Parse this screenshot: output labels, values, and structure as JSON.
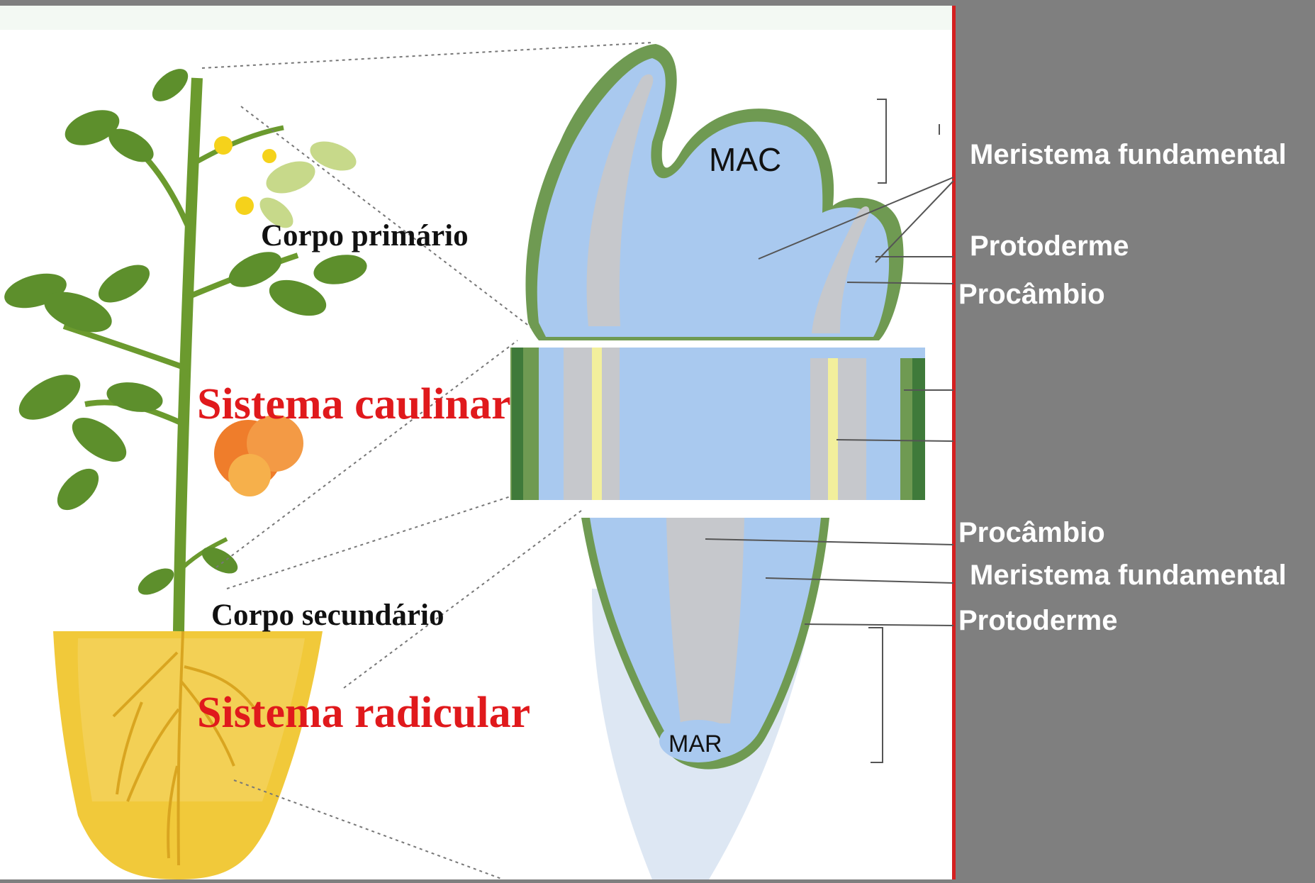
{
  "labels": {
    "mac": "MAC",
    "mar": "MAR",
    "corpo_primario": "Corpo primário",
    "corpo_secundario": "Corpo secundário",
    "sistema_caulinar": "Sistema caulinar",
    "sistema_radicular": "Sistema radicular"
  },
  "right_labels": {
    "shoot": [
      "Meristema fundamental",
      "Protoderme",
      "Procâmbio"
    ],
    "root": [
      "Procâmbio",
      "Meristema fundamental",
      "Protoderme"
    ]
  },
  "colors": {
    "background": "#7f7f7f",
    "panel": "#ffffff",
    "divider": "#d42020",
    "meristem_blue": "#a9c9ef",
    "protoderm_green": "#6f9a52",
    "procambium_gray": "#c6c8cc",
    "cambium_yellow": "#f2ef9c",
    "system_title_red": "#e0191c"
  }
}
